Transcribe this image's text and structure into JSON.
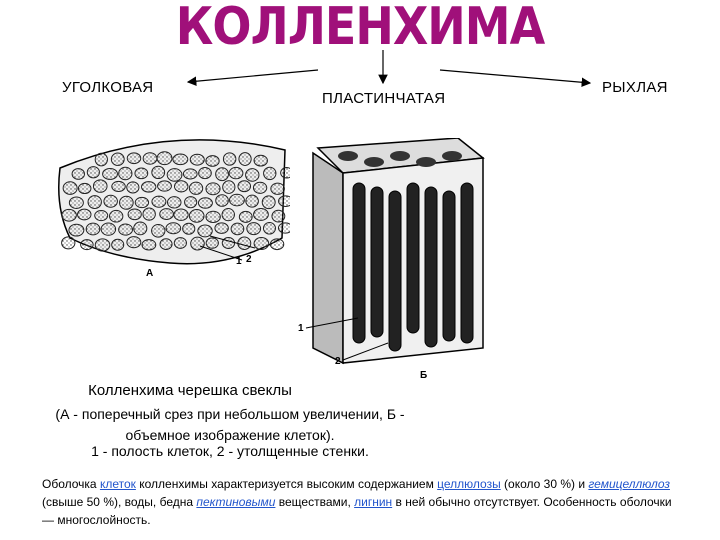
{
  "title": "КОЛЛЕНХИМА",
  "branches": {
    "left": "УГОЛКОВАЯ",
    "middle": "ПЛАСТИНЧАТАЯ",
    "right": "РЫХЛАЯ"
  },
  "figure_a": {
    "label": "А",
    "callouts": [
      "1",
      "2"
    ]
  },
  "figure_b": {
    "label": "Б",
    "callouts": [
      "1",
      "2"
    ]
  },
  "caption": {
    "line1": "Колленхима черешка свеклы",
    "line2": "(А - поперечный срез при небольшом увеличении, Б - объемное изображение клеток).",
    "line3": "1 - полость клеток, 2 - утолщенные стенки."
  },
  "description": {
    "t1": "Оболочка ",
    "link1": "клеток",
    "t2": " колленхимы характеризуется высоким содержанием ",
    "link2": "целлюлозы",
    "t3": " (около 30 %) и ",
    "link3": "гемицеллюлоз",
    "t4": " (свыше 50 %), воды, бедна ",
    "link4": "пектиновыми",
    "t5": " веществами, ",
    "link5": "лигнин",
    "t6": " в ней обычно отсутствует. Особенность оболочки — многослойность."
  },
  "colors": {
    "title": "#a0107a",
    "link": "#2255cc"
  }
}
